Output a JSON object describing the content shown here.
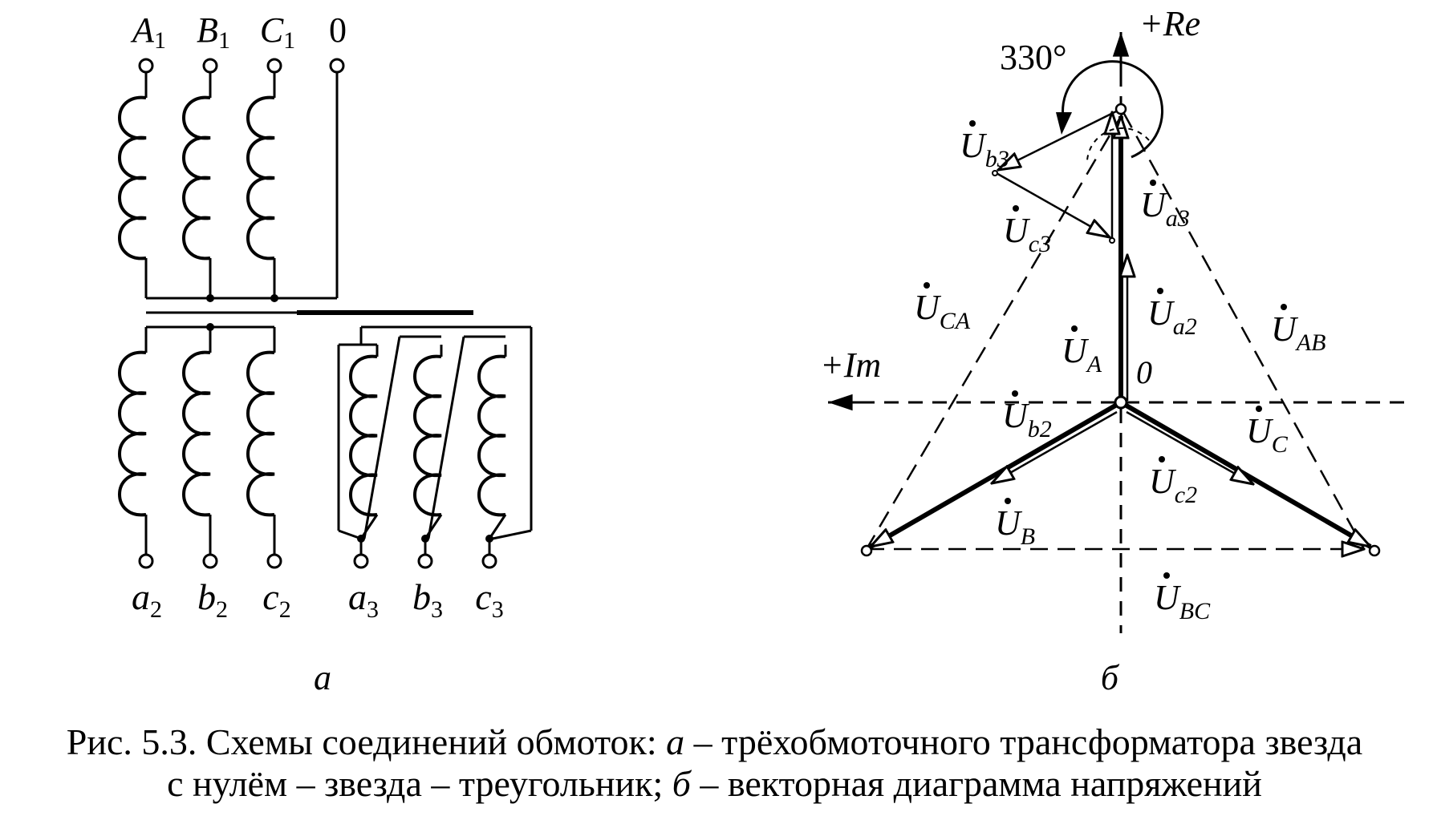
{
  "schematic": {
    "terminals_top": [
      {
        "letter": "A",
        "sub": "1"
      },
      {
        "letter": "B",
        "sub": "1"
      },
      {
        "letter": "C",
        "sub": "1"
      },
      {
        "letter": "0",
        "sub": ""
      }
    ],
    "terminals_bottom": [
      {
        "letter": "a",
        "sub": "2"
      },
      {
        "letter": "b",
        "sub": "2"
      },
      {
        "letter": "c",
        "sub": "2"
      },
      {
        "letter": "a",
        "sub": "3"
      },
      {
        "letter": "b",
        "sub": "3"
      },
      {
        "letter": "c",
        "sub": "3"
      }
    ],
    "panel_label": "а"
  },
  "vector_diagram": {
    "axis_re": "+Re",
    "axis_im": "+Im",
    "origin_label": "0",
    "angle_label": "330°",
    "panel_label": "б",
    "vectors": [
      {
        "base": "U",
        "sub": "A"
      },
      {
        "base": "U",
        "sub": "B"
      },
      {
        "base": "U",
        "sub": "C"
      },
      {
        "base": "U",
        "sub": "AB"
      },
      {
        "base": "U",
        "sub": "BC"
      },
      {
        "base": "U",
        "sub": "CA"
      },
      {
        "base": "U",
        "sub": "a2"
      },
      {
        "base": "U",
        "sub": "b2"
      },
      {
        "base": "U",
        "sub": "c2"
      },
      {
        "base": "U",
        "sub": "a3"
      },
      {
        "base": "U",
        "sub": "b3"
      },
      {
        "base": "U",
        "sub": "c3"
      }
    ]
  },
  "caption": {
    "line1_pre": "Рис. 5.3. Схемы соединений обмоток: ",
    "line1_a": "а",
    "line1_post": " – трёхобмоточного трансформатора звезда",
    "line2_pre": "с нулём – звезда – треугольник; ",
    "line2_b": "б",
    "line2_post": " – векторная диаграмма напряжений"
  }
}
